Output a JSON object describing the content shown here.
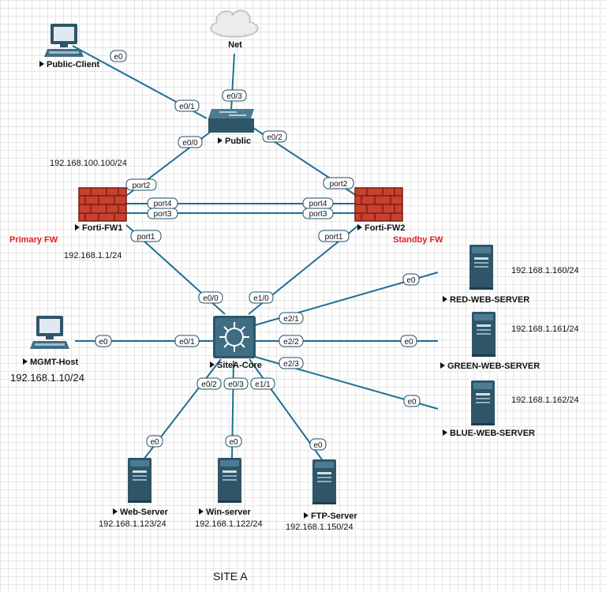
{
  "title": "SITE A",
  "nodes": {
    "net": "Net",
    "public_client": "Public-Client",
    "public": "Public",
    "forti_fw1": "Forti-FW1",
    "forti_fw2": "Forti-FW2",
    "sitea_core": "SiteA-Core",
    "mgmt_host": "MGMT-Host",
    "web_server": "Web-Server",
    "win_server": "Win-server",
    "ftp_server": "FTP-Server",
    "red_web_server": "RED-WEB-SERVER",
    "green_web_server": "GREEN-WEB-SERVER",
    "blue_web_server": "BLUE-WEB-SERVER"
  },
  "annotations": {
    "primary_fw": "Primary FW",
    "standby_fw": "Standby FW",
    "fw1_public_ip": "192.168.100.100/24",
    "fw1_inside_ip": "192.168.1.1/24",
    "mgmt_ip": "192.168.1.10/24",
    "web_ip": "192.168.1.123/24",
    "win_ip": "192.168.1.122/24",
    "ftp_ip": "192.168.1.150/24",
    "red_ip": "192.168.1.160/24",
    "green_ip": "192.168.1.161/24",
    "blue_ip": "192.168.1.162/24"
  },
  "interfaces": {
    "client_e0": "e0",
    "public_e0_1": "e0/1",
    "public_e0_3": "e0/3",
    "public_e0_0": "e0/0",
    "public_e0_2": "e0/2",
    "fw1_port2": "port2",
    "fw2_port2": "port2",
    "fw1_port4": "port4",
    "fw1_port3": "port3",
    "fw2_port4": "port4",
    "fw2_port3": "port3",
    "fw1_port1": "port1",
    "fw2_port1": "port1",
    "core_e0_0": "e0/0",
    "core_e1_0": "e1/0",
    "core_e2_1": "e2/1",
    "core_e2_2": "e2/2",
    "core_e2_3": "e2/3",
    "core_e0_1": "e0/1",
    "core_e0_2": "e0/2",
    "core_e0_3": "e0/3",
    "core_e1_1": "e1/1",
    "red_e0": "e0",
    "green_e0": "e0",
    "blue_e0": "e0",
    "mgmt_e0": "e0",
    "web_e0": "e0",
    "win_e0": "e0",
    "ftp_e0": "e0"
  },
  "colors": {
    "link": "#1f6f96",
    "device_dark": "#2f5568",
    "device_mid": "#3f6d84",
    "firewall_red": "#b22222",
    "accent_red": "#e02020"
  }
}
